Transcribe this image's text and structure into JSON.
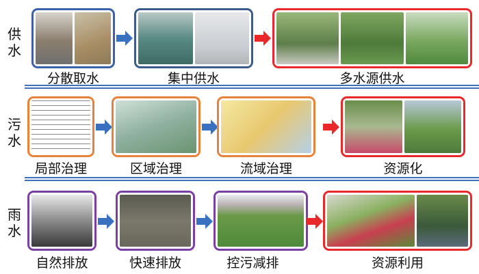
{
  "colors": {
    "blue": "#3b62a8",
    "orange": "#e8823a",
    "purple": "#7a3fa3",
    "red": "#e8282a",
    "arrow_blue": "#3a70c0",
    "arrow_red": "#e8282a"
  },
  "rows": [
    {
      "category": "供水",
      "stages": [
        "分散取水",
        "集中供水",
        "多水源供水"
      ]
    },
    {
      "category": "污水",
      "stages": [
        "局部治理",
        "区域治理",
        "流域治理",
        "资源化"
      ]
    },
    {
      "category": "雨水",
      "stages": [
        "自然排放",
        "快速排放",
        "控污减排",
        "资源利用"
      ]
    }
  ]
}
